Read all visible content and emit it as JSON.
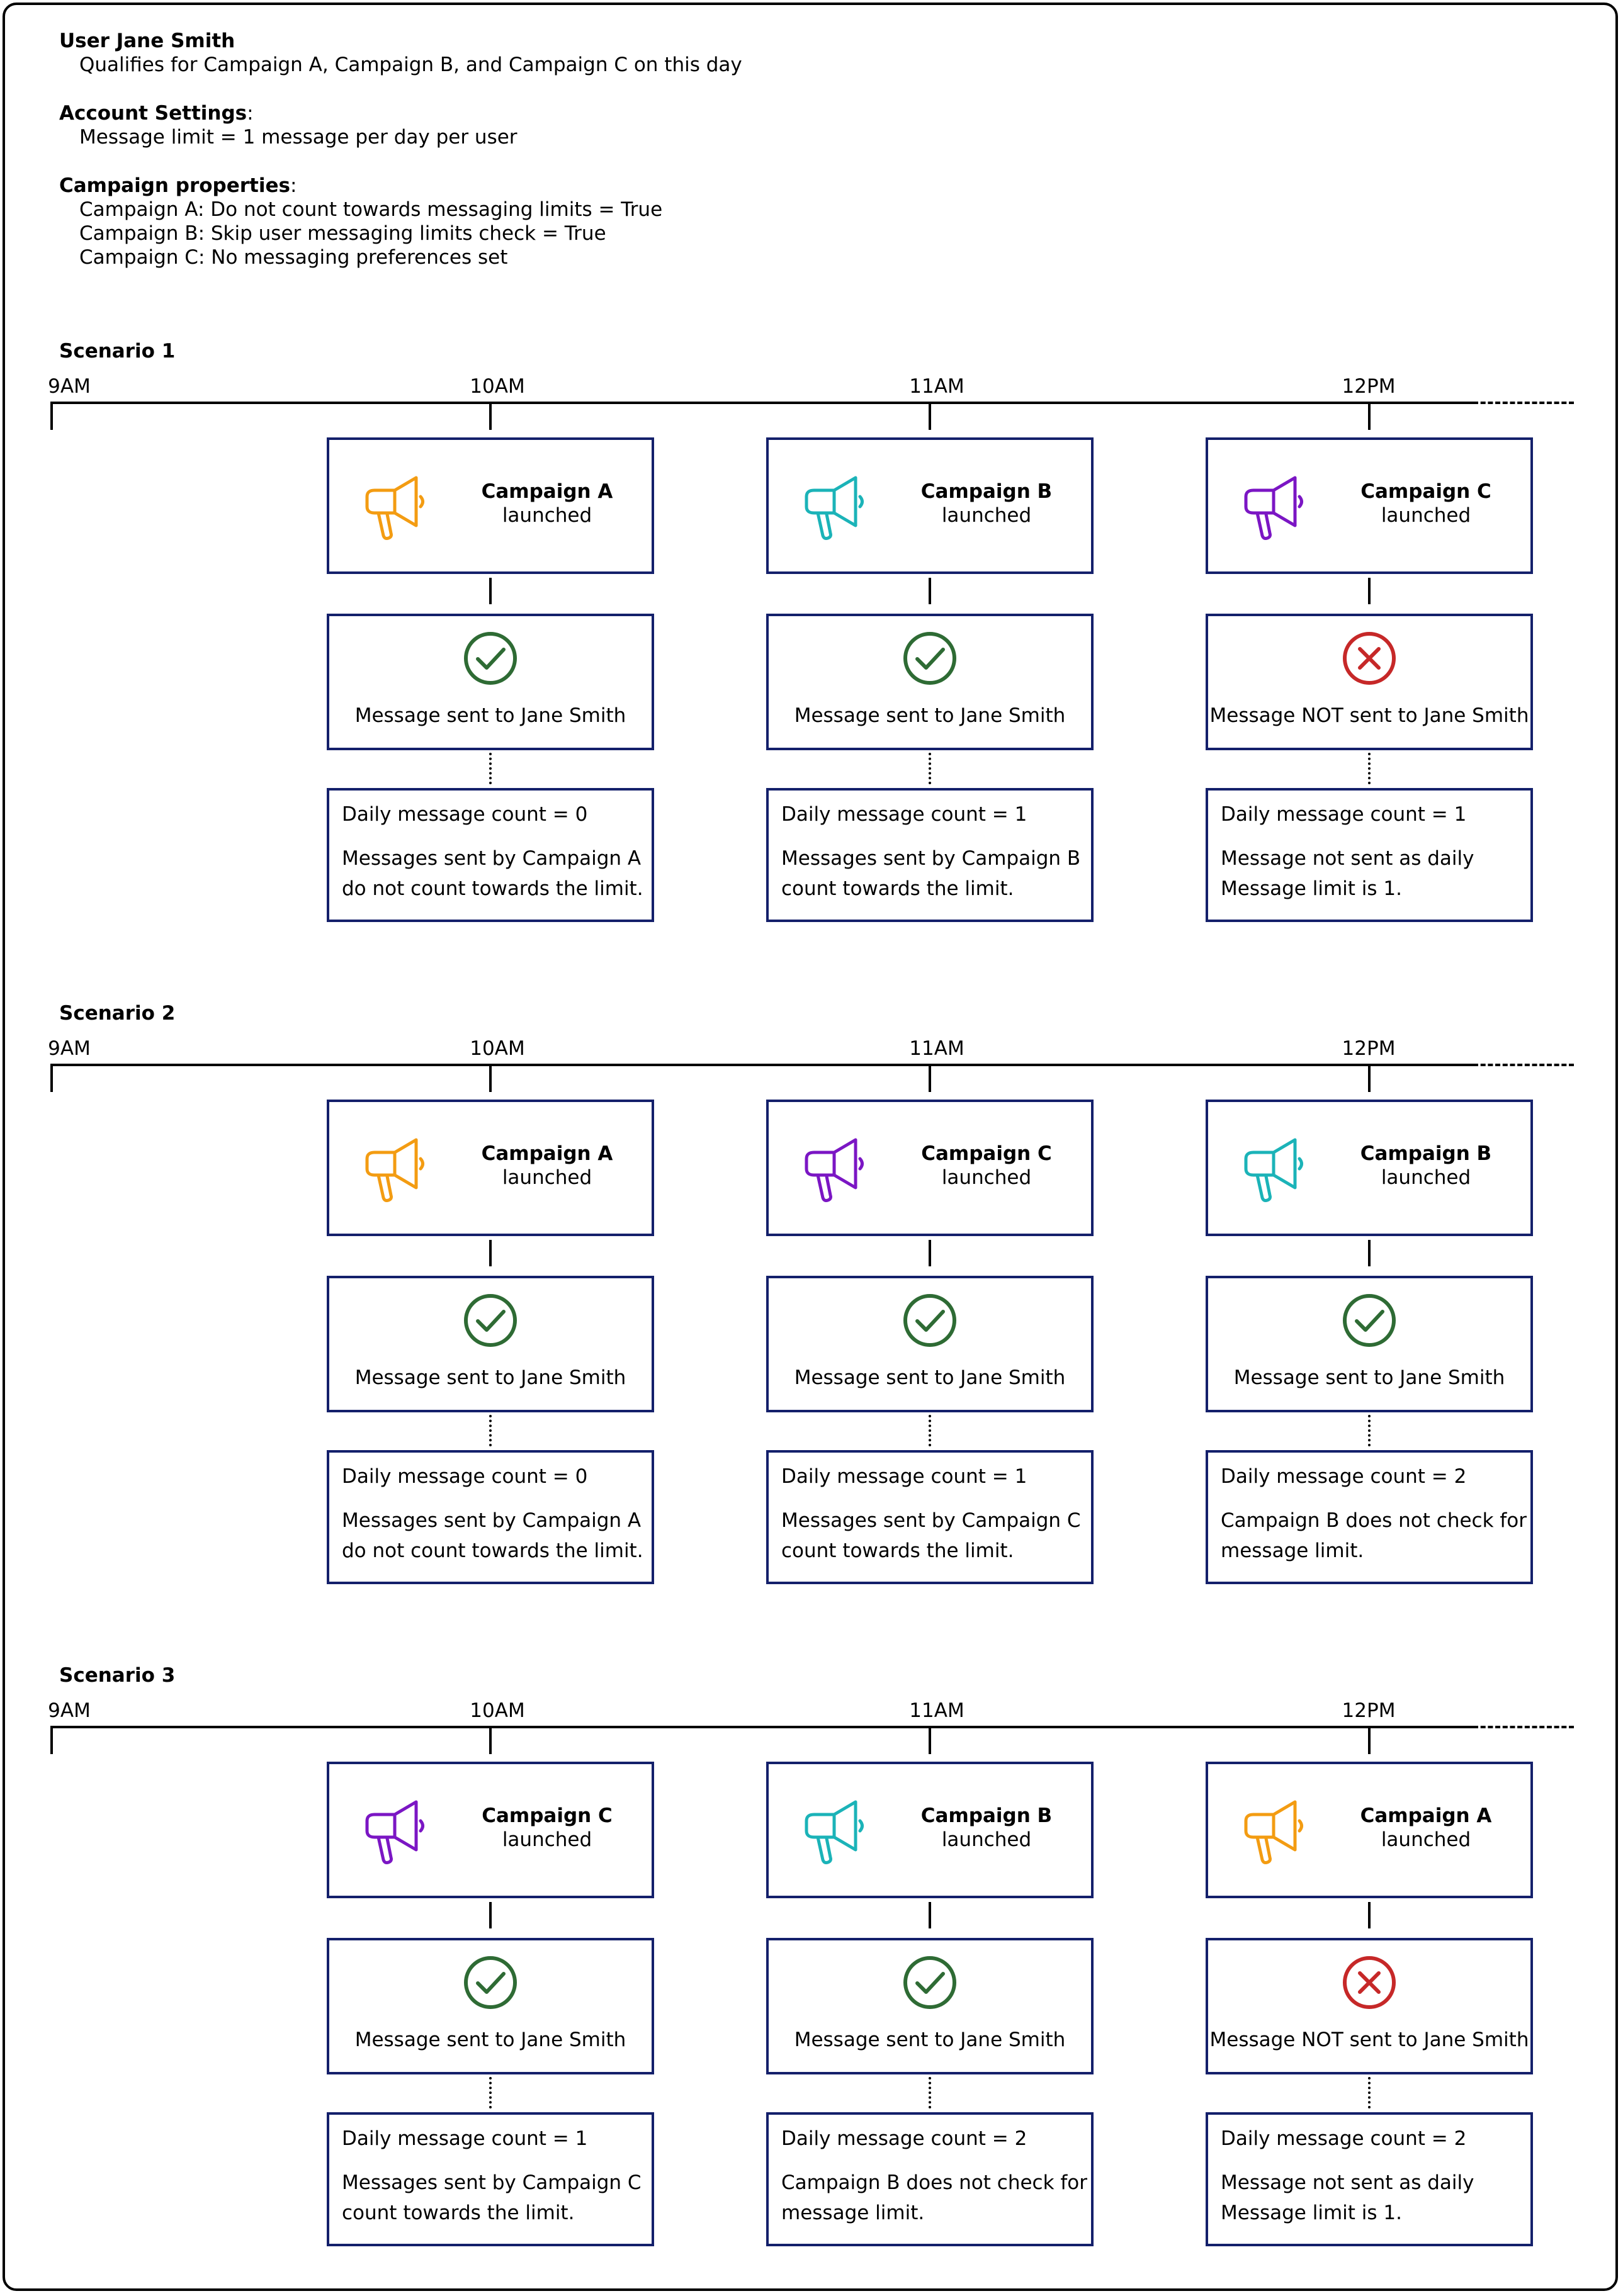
{
  "header": {
    "user": {
      "title": "User Jane Smith",
      "lines": [
        "Qualifies for Campaign A, Campaign B, and Campaign C on this day"
      ]
    },
    "account": {
      "title": "Account Settings",
      "colon": ":",
      "lines": [
        "Message limit = 1 message per day per user"
      ]
    },
    "properties": {
      "title": "Campaign properties",
      "colon": ":",
      "lines": [
        "Campaign A: Do not count towards messaging limits = True",
        "Campaign B: Skip user messaging limits check = True",
        "Campaign C: No messaging preferences set"
      ]
    }
  },
  "times": [
    "9AM",
    "10AM",
    "11AM",
    "12PM"
  ],
  "colors": {
    "campaign_A": "#f39c12",
    "campaign_B": "#1bb3b8",
    "campaign_C": "#7b16c4",
    "success": "#2e6b34",
    "failure": "#c62828",
    "box_border": "#14206b"
  },
  "scenarios": [
    {
      "title": "Scenario 1",
      "steps": [
        {
          "campaign": "Campaign A",
          "color_key": "campaign_A",
          "launched": "launched",
          "icon": "megaphone-icon",
          "result_icon": "check-icon",
          "result": "Message sent to Jane Smith",
          "count": "Daily message count = 0",
          "note_lines": [
            "Messages sent by Campaign A",
            "do not count towards the limit."
          ]
        },
        {
          "campaign": "Campaign B",
          "color_key": "campaign_B",
          "launched": "launched",
          "icon": "megaphone-icon",
          "result_icon": "check-icon",
          "result": "Message sent to Jane Smith",
          "count": "Daily message count = 1",
          "note_lines": [
            "Messages sent by Campaign B",
            "count towards the limit."
          ]
        },
        {
          "campaign": "Campaign C",
          "color_key": "campaign_C",
          "launched": "launched",
          "icon": "megaphone-icon",
          "result_icon": "x-icon",
          "result": "Message NOT sent to Jane Smith",
          "count": "Daily message count = 1",
          "note_lines": [
            "Message not sent as daily",
            "Message limit is 1."
          ]
        }
      ]
    },
    {
      "title": "Scenario 2",
      "steps": [
        {
          "campaign": "Campaign A",
          "color_key": "campaign_A",
          "launched": "launched",
          "icon": "megaphone-icon",
          "result_icon": "check-icon",
          "result": "Message sent to Jane Smith",
          "count": "Daily message count = 0",
          "note_lines": [
            "Messages sent by Campaign A",
            "do not count towards the limit."
          ]
        },
        {
          "campaign": "Campaign C",
          "color_key": "campaign_C",
          "launched": "launched",
          "icon": "megaphone-icon",
          "result_icon": "check-icon",
          "result": "Message sent to Jane Smith",
          "count": "Daily message count = 1",
          "note_lines": [
            "Messages sent by Campaign C",
            "count towards the limit."
          ]
        },
        {
          "campaign": "Campaign B",
          "color_key": "campaign_B",
          "launched": "launched",
          "icon": "megaphone-icon",
          "result_icon": "check-icon",
          "result": "Message sent to Jane Smith",
          "count": "Daily message count = 2",
          "note_lines": [
            "Campaign B does not check for",
            "message limit."
          ]
        }
      ]
    },
    {
      "title": "Scenario 3",
      "steps": [
        {
          "campaign": "Campaign C",
          "color_key": "campaign_C",
          "launched": "launched",
          "icon": "megaphone-icon",
          "result_icon": "check-icon",
          "result": "Message sent to Jane Smith",
          "count": "Daily message count = 1",
          "note_lines": [
            "Messages sent by Campaign C",
            "count towards the limit."
          ]
        },
        {
          "campaign": "Campaign B",
          "color_key": "campaign_B",
          "launched": "launched",
          "icon": "megaphone-icon",
          "result_icon": "check-icon",
          "result": "Message sent to Jane Smith",
          "count": "Daily message count = 2",
          "note_lines": [
            "Campaign B does not check for",
            "message limit."
          ]
        },
        {
          "campaign": "Campaign A",
          "color_key": "campaign_A",
          "launched": "launched",
          "icon": "megaphone-icon",
          "result_icon": "x-icon",
          "result": "Message NOT sent to Jane Smith",
          "count": "Daily message count = 2",
          "note_lines": [
            "Message not sent as daily",
            "Message limit is 1."
          ]
        }
      ]
    }
  ]
}
